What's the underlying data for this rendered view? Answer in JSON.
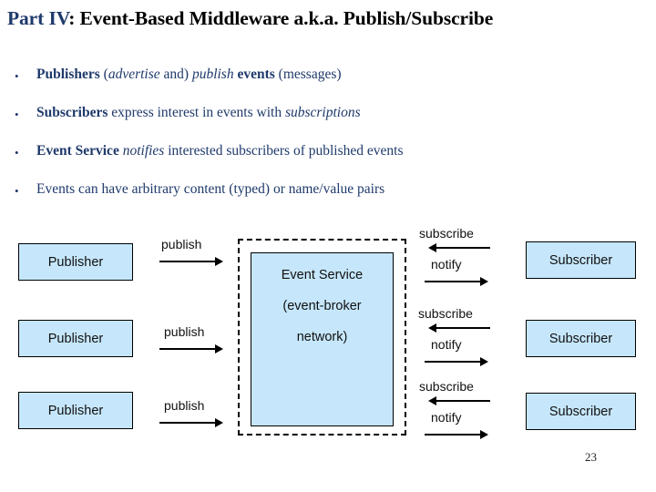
{
  "slide": {
    "page_number": "23",
    "accent_color": "#1F3A6B",
    "box_fill_color": "#C6E7FB",
    "title": {
      "part": "Part IV",
      "separator": ":",
      "rest": "Event-Based Middleware a.k.a. Publish/Subscribe",
      "full": "Part IV: Event-Based Middleware a.k.a. Publish/Subscribe"
    }
  },
  "bullets": [
    {
      "marker": "•",
      "plain": "Publishers (advertise and) publish events (messages)",
      "runs": [
        {
          "text": "Publishers ",
          "style": "bold"
        },
        {
          "text": "(",
          "style": "normal"
        },
        {
          "text": "advertise",
          "style": "italic"
        },
        {
          "text": " and) ",
          "style": "normal"
        },
        {
          "text": "publish",
          "style": "italic"
        },
        {
          "text": " ",
          "style": "normal"
        },
        {
          "text": "events",
          "style": "bold"
        },
        {
          "text": " (messages)",
          "style": "normal"
        }
      ]
    },
    {
      "marker": "•",
      "plain": "Subscribers express interest in events with subscriptions",
      "runs": [
        {
          "text": "Subscribers",
          "style": "bold"
        },
        {
          "text": " express interest in events with ",
          "style": "normal"
        },
        {
          "text": "subscriptions",
          "style": "italic"
        }
      ]
    },
    {
      "marker": "•",
      "plain": "Event Service notifies interested subscribers of published events",
      "runs": [
        {
          "text": "Event Service",
          "style": "bold"
        },
        {
          "text": " ",
          "style": "normal"
        },
        {
          "text": "notifies",
          "style": "italic"
        },
        {
          "text": " interested subscribers of published events",
          "style": "normal"
        }
      ]
    },
    {
      "marker": "•",
      "plain": "Events can have arbitrary content (typed) or name/value pairs",
      "runs": [
        {
          "text": "Events can have arbitrary content (typed) or name/value pairs",
          "style": "normal"
        }
      ]
    }
  ],
  "diagram": {
    "publishers": [
      {
        "label": "Publisher"
      },
      {
        "label": "Publisher"
      },
      {
        "label": "Publisher"
      }
    ],
    "subscribers": [
      {
        "label": "Subscriber"
      },
      {
        "label": "Subscriber"
      },
      {
        "label": "Subscriber"
      }
    ],
    "broker": {
      "line1": "Event Service",
      "line2": "(event-broker",
      "line3": "network)"
    },
    "publish_labels": [
      "publish",
      "publish",
      "publish"
    ],
    "subscribe_labels": [
      "subscribe",
      "subscribe",
      "subscribe"
    ],
    "notify_labels": [
      "notify",
      "notify",
      "notify"
    ]
  }
}
